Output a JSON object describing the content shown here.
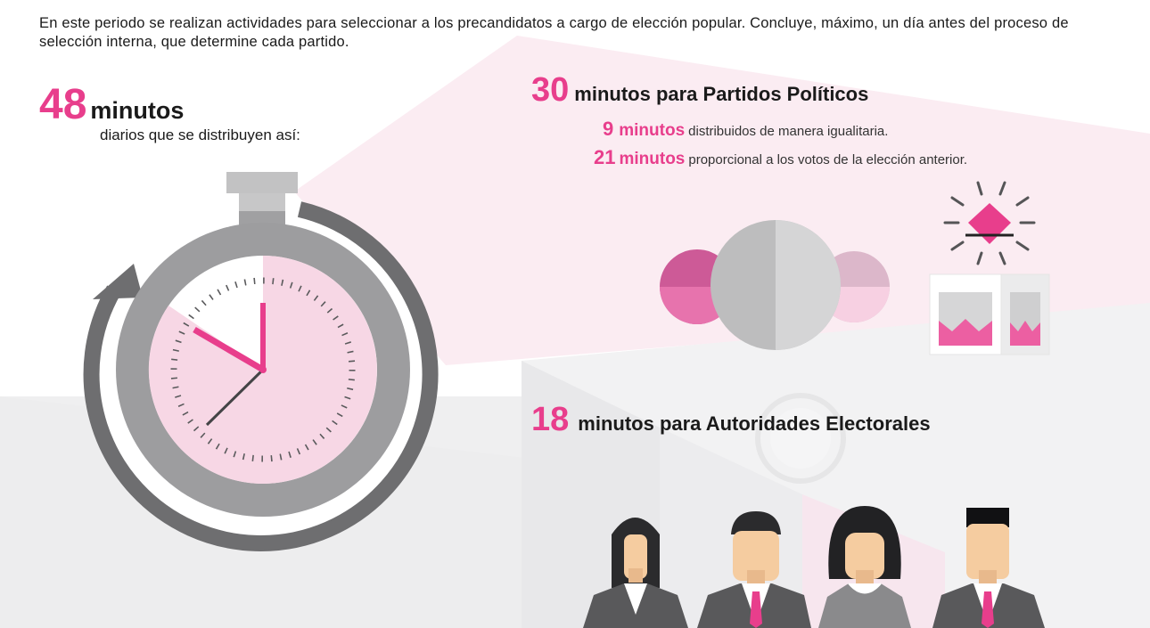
{
  "intro_text": "En este periodo se realizan actividades para seleccionar a los precandidatos a cargo de elección popular. Concluye, máximo, un día antes del proceso de selección interna, que determine cada partido.",
  "total": {
    "number": "48",
    "unit": "minutos",
    "subtitle": "diarios que se distribuyen así:"
  },
  "parties": {
    "number": "30",
    "label": "minutos para Partidos Políticos",
    "equal": {
      "number": "9",
      "unit": "minutos",
      "text": "distribuidos de manera igualitaria."
    },
    "proportional": {
      "number": "21",
      "unit": "minutos",
      "text": "proporcional a los votos de la elección anterior."
    }
  },
  "authorities": {
    "number": "18",
    "label": "minutos para Autoridades Electorales"
  },
  "colors": {
    "accent": "#e83e8c",
    "gray": "#9e9e9e",
    "light_pink": "#f9dce8"
  }
}
